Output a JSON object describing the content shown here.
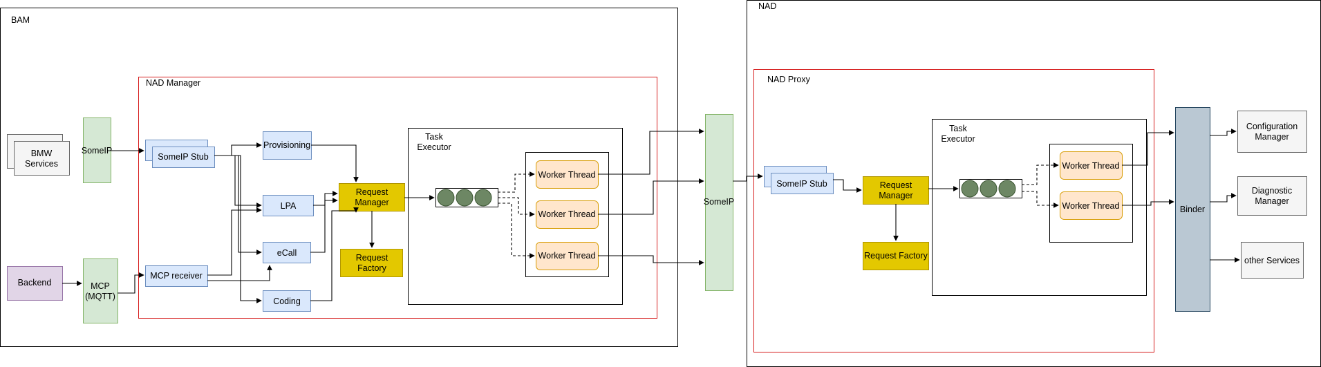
{
  "bam": {
    "title": "BAM"
  },
  "nad_manager": {
    "title": "NAD Manager"
  },
  "nad": {
    "title": "NAD"
  },
  "nad_proxy": {
    "title": "NAD Proxy"
  },
  "nodes": {
    "bmw_services_1": "BMW",
    "bmw_services_2": "Services",
    "someip_left": "SomeIP",
    "backend": "Backend",
    "mcp_1": "MCP",
    "mcp_2": "(MQTT)",
    "someip_stub_left": "SomeIP Stub",
    "mcp_receiver": "MCP receiver",
    "provisioning": "Provisioning",
    "lpa": "LPA",
    "ecall": "eCall",
    "coding": "Coding",
    "request_manager_left_1": "Request",
    "request_manager_left_2": "Manager",
    "request_factory_left_1": "Request",
    "request_factory_left_2": "Factory",
    "task_executor_left_1": "Task",
    "task_executor_left_2": "Executor",
    "worker_thread_1": "Worker Thread",
    "worker_thread_2": "Worker Thread",
    "worker_thread_3": "Worker Thread",
    "someip_middle": "SomeIP",
    "someip_stub_right": "SomeIP Stub",
    "request_manager_right_1": "Request",
    "request_manager_right_2": "Manager",
    "request_factory_right": "Request Factory",
    "task_executor_right_1": "Task",
    "task_executor_right_2": "Executor",
    "worker_thread_4": "Worker Thread",
    "worker_thread_5": "Worker Thread",
    "binder": "Binder",
    "configuration_manager_1": "Configuration",
    "configuration_manager_2": "Manager",
    "diagnostic_manager_1": "Diagnostic",
    "diagnostic_manager_2": "Manager",
    "other_services": "other Services"
  }
}
